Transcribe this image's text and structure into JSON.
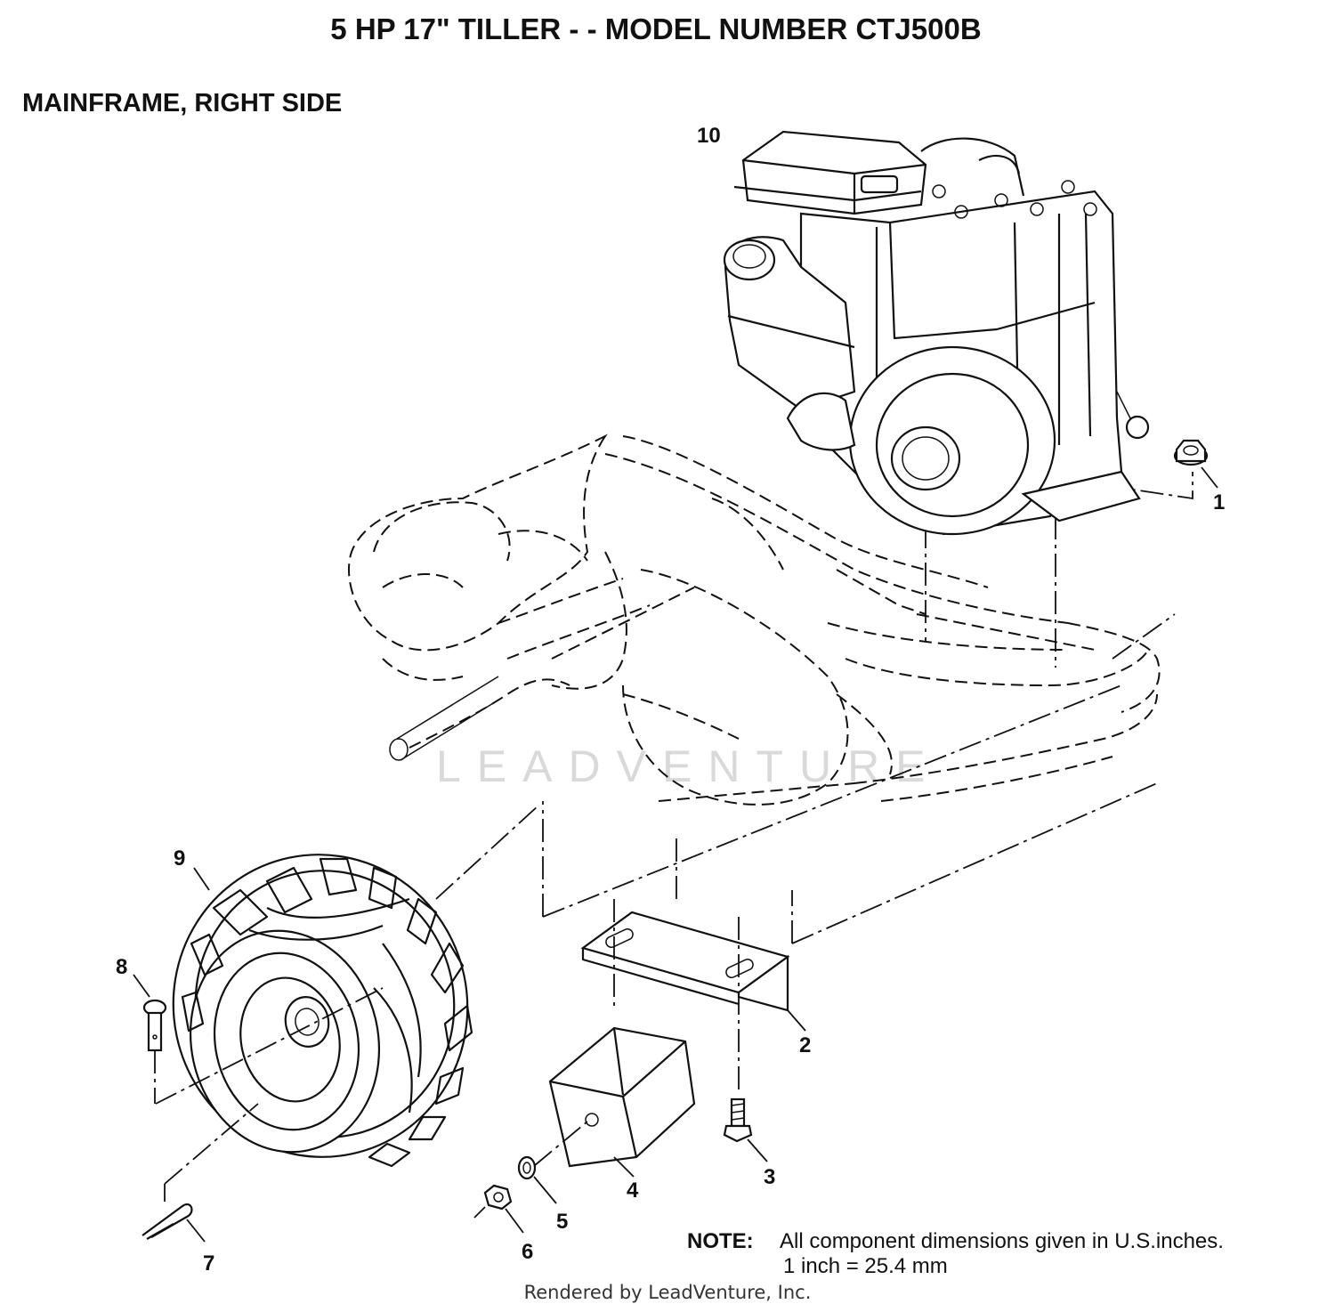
{
  "title": "5 HP 17\" TILLER - - MODEL NUMBER CTJ500B",
  "subtitle": "MAINFRAME, RIGHT SIDE",
  "callouts": {
    "c1": "1",
    "c2": "2",
    "c3": "3",
    "c4": "4",
    "c5": "5",
    "c6": "6",
    "c7": "7",
    "c8": "8",
    "c9": "9",
    "c10": "10"
  },
  "note": {
    "label": "NOTE:",
    "line1": "All component dimensions given in U.S.inches.",
    "line2": "1 inch = 25.4 mm"
  },
  "watermark": "LEADVENTURE",
  "credit": "Rendered by LeadVenture, Inc."
}
